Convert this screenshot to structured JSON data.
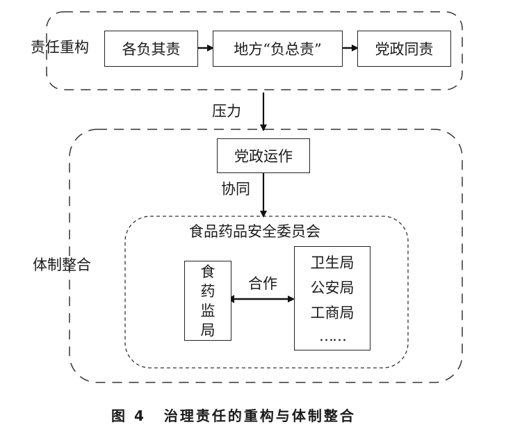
{
  "diagram": {
    "section_top": {
      "label": "责任重构",
      "steps": [
        "各负其责",
        "地方“负总责”",
        "党政同责"
      ]
    },
    "edge_pressure": "压力",
    "section_bottom": {
      "label": "体制整合",
      "center_box": "党政运作",
      "edge_coordination": "协同",
      "committee": {
        "title": "食品药品安全委员会",
        "left_box_chars": [
          "食",
          "药",
          "监",
          "局"
        ],
        "edge_cooperation": "合作",
        "right_box_items": [
          "卫生局",
          "公安局",
          "工商局",
          "……"
        ]
      }
    }
  },
  "caption": {
    "figure_number": "图 4",
    "title": "治理责任的重构与体制整合"
  }
}
